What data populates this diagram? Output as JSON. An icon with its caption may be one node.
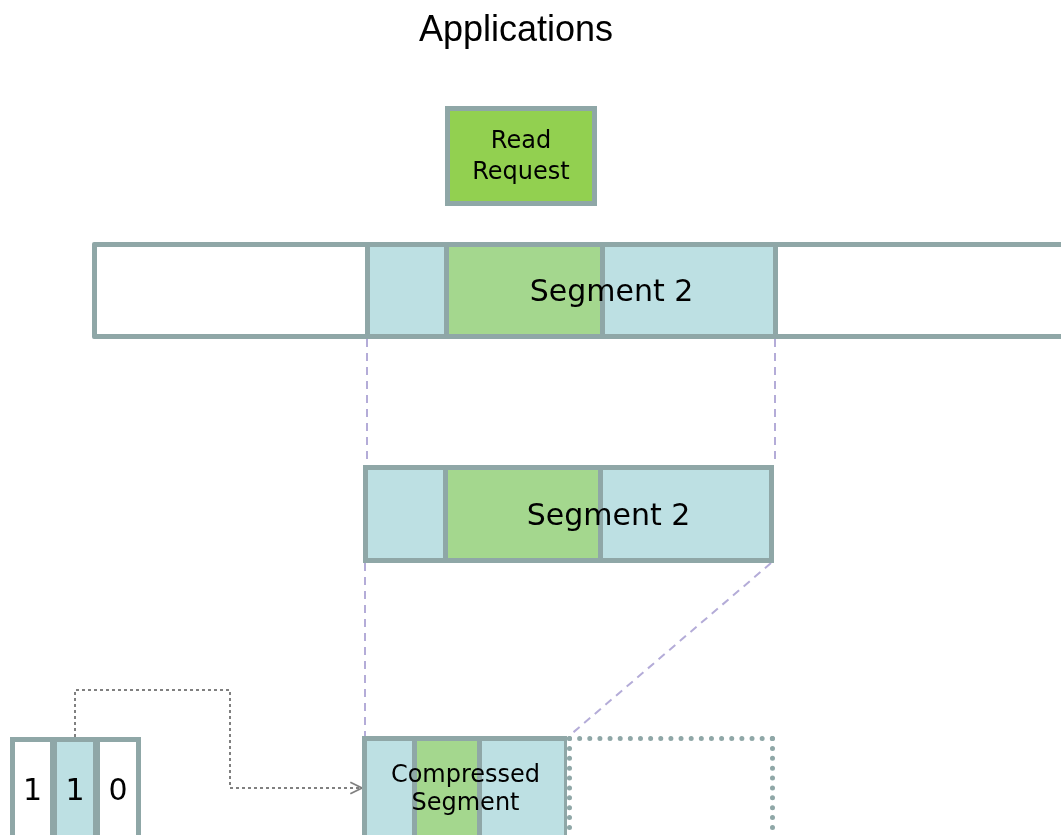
{
  "diagram": {
    "title": "Applications",
    "nodes": [
      {
        "text": [
          "Read Request"
        ]
      },
      {
        "text": [],
        "shape": "bar"
      },
      {
        "text": [
          "Segment 2"
        ],
        "in": 1
      },
      {
        "text": [
          "Segment 2"
        ]
      },
      {
        "text": [
          "Compressed Segment"
        ]
      },
      {
        "text": [],
        "shape": "box"
      },
      {
        "text": [
          "1"
        ]
      },
      {
        "text": [
          "1"
        ]
      },
      {
        "text": [
          "0"
        ]
      }
    ],
    "edges": [
      {
        "from": 2,
        "to": 3,
        "arrow": "none",
        "style": "dashed"
      },
      {
        "from": 2,
        "to": 3,
        "arrow": "none",
        "style": "dashed"
      },
      {
        "from": 3,
        "to": 4,
        "arrow": "none",
        "style": "dashed"
      },
      {
        "from": 3,
        "to": 4,
        "arrow": "none",
        "style": "dashed"
      },
      {
        "from": 7,
        "to": 4,
        "arrow": "to",
        "style": "dashed",
        "color": "#808080"
      }
    ]
  }
}
